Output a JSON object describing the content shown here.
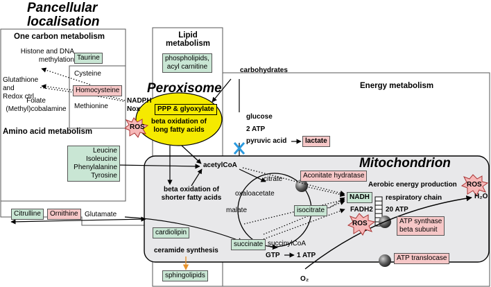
{
  "titles": {
    "pancellular": "Pancellular\nlocalisation",
    "peroxisome": "Peroxisome",
    "mitochondrion": "Mitochondrion"
  },
  "sections": {
    "one_carbon": "One carbon metabolism",
    "lipid": "Lipid\nmetabolism",
    "energy": "Energy metabolism",
    "amino_acid": "Amino acid metabolism"
  },
  "labels": {
    "histone": "Histone and DNA\nmethylation",
    "glutathione": "Glutathione\nand\nRedox ctrl",
    "folate": "Folate\n(Methyl)cobalamine",
    "cysteine": "Cysteine",
    "methionine": "Methionine",
    "nadph_nox": "NADPH\nNox",
    "carbohydrates": "carbohydrates",
    "glucose": "glucose",
    "atp2": "2 ATP",
    "pyruvic": "pyruvic acid",
    "acetylcoa": "acetylCoA",
    "beta_short": "beta oxidation of\nshorter fatty acids",
    "glutamate": "Glutamate",
    "citrate": "citrate",
    "oxaloacetate": "oxaloacetate",
    "malate": "malate",
    "succinylcoa": "succinylCoA",
    "gtp": "GTP",
    "atp1": "1 ATP",
    "ceramide": "ceramide synthesis",
    "aerobic": "Aerobic energy production",
    "fadh2": "FADH2",
    "resp_chain": "respiratory chain",
    "atp20": "20 ATP",
    "h2o": "H₂O",
    "o2": "O₂",
    "ros": "ROS"
  },
  "tags": {
    "taurine": "Taurine",
    "homocysteine": "Homocysteine",
    "phospholipids": "phospholipids,\nacyl carnitine",
    "ppp": "PPP & glyoxylate",
    "beta_long": "beta oxidation of\nlong fatty acids",
    "lactate": "lactate",
    "amino": "Leucine\nIsoleucine\nPhenylalanine\nTyrosine",
    "aconitate": "Aconitate hydratase",
    "nadh": "NADH",
    "isocitrate": "isocitrate",
    "citrulline": "Citrulline",
    "ornithine": "Ornithine",
    "cardiolipin": "cardiolipin",
    "succinate": "succinate",
    "sphingolipids": "sphingolipids",
    "atp_synthase": "ATP synthase\nbeta subunit",
    "atp_translocase": "ATP translocase"
  },
  "colors": {
    "green": "#c9e6d4",
    "pink": "#f6c7c7",
    "peroxisome": "#f5ea00",
    "mitochondrion": "#e8e8ea",
    "blocked_marker": "#2b9be0",
    "sphingolipid_arrow": "#e8932b"
  }
}
